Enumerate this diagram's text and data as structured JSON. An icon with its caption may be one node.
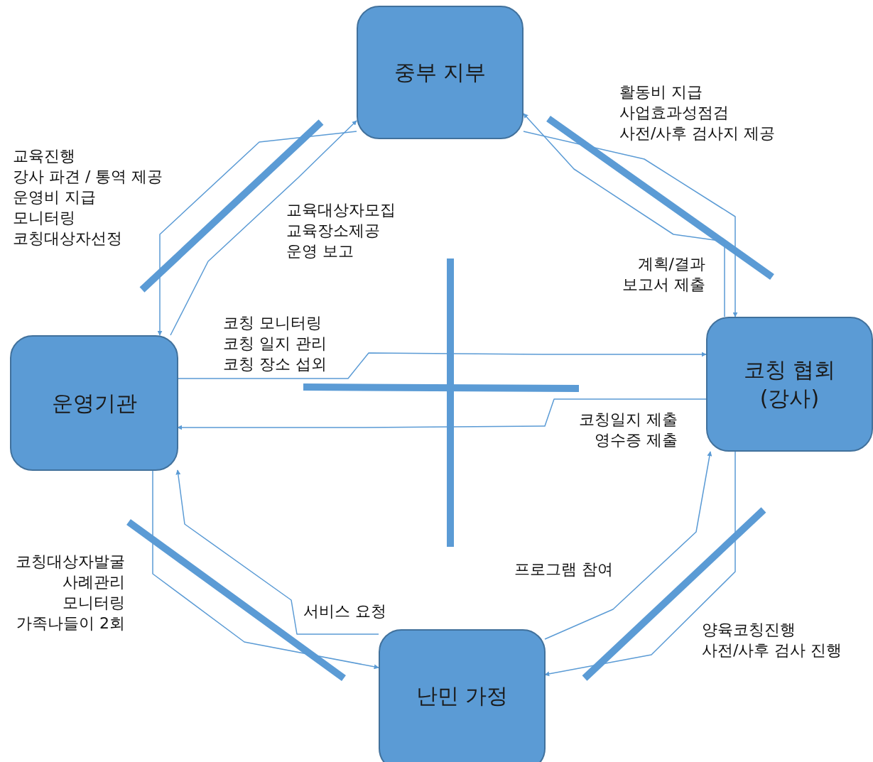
{
  "diagram": {
    "nodes": [
      {
        "text": [
          "중부 지부"
        ]
      },
      {
        "text": [
          "운영기관"
        ]
      },
      {
        "text": [
          "코칭 협회 (강사)"
        ]
      },
      {
        "text": [
          "난민 가정"
        ]
      }
    ],
    "edges": [
      {
        "from": 0,
        "to": 1,
        "arrow": "to",
        "label": "교육진행 강사 파견 / 통역 제공 운영비 지급 모니터링 코칭대상자선정"
      },
      {
        "from": 1,
        "to": 0,
        "arrow": "to",
        "label": "교육대상자모집 교육장소제공 운영 보고"
      },
      {
        "from": 0,
        "to": 2,
        "arrow": "to",
        "label": "활동비 지급 사업효과성점검 사전/사후 검사지 제공"
      },
      {
        "from": 2,
        "to": 0,
        "arrow": "to",
        "label": "계획/결과 보고서 제출"
      },
      {
        "from": 1,
        "to": 2,
        "arrow": "to",
        "label": "코칭 모니터링 코칭 일지 관리 코칭 장소 섭외"
      },
      {
        "from": 2,
        "to": 1,
        "arrow": "to",
        "label": "코칭일지 제출 영수증 제출"
      },
      {
        "from": 1,
        "to": 3,
        "arrow": "to",
        "label": "코칭대상자발굴 사례관리 모니터링 가족나들이 2회"
      },
      {
        "from": 3,
        "to": 1,
        "arrow": "to",
        "label": "서비스 요청"
      },
      {
        "from": 3,
        "to": 2,
        "arrow": "to",
        "label": "프로그램 참여"
      },
      {
        "from": 2,
        "to": 3,
        "arrow": "to",
        "label": "양육코칭진행 사전/사후 검사 진행"
      }
    ]
  }
}
